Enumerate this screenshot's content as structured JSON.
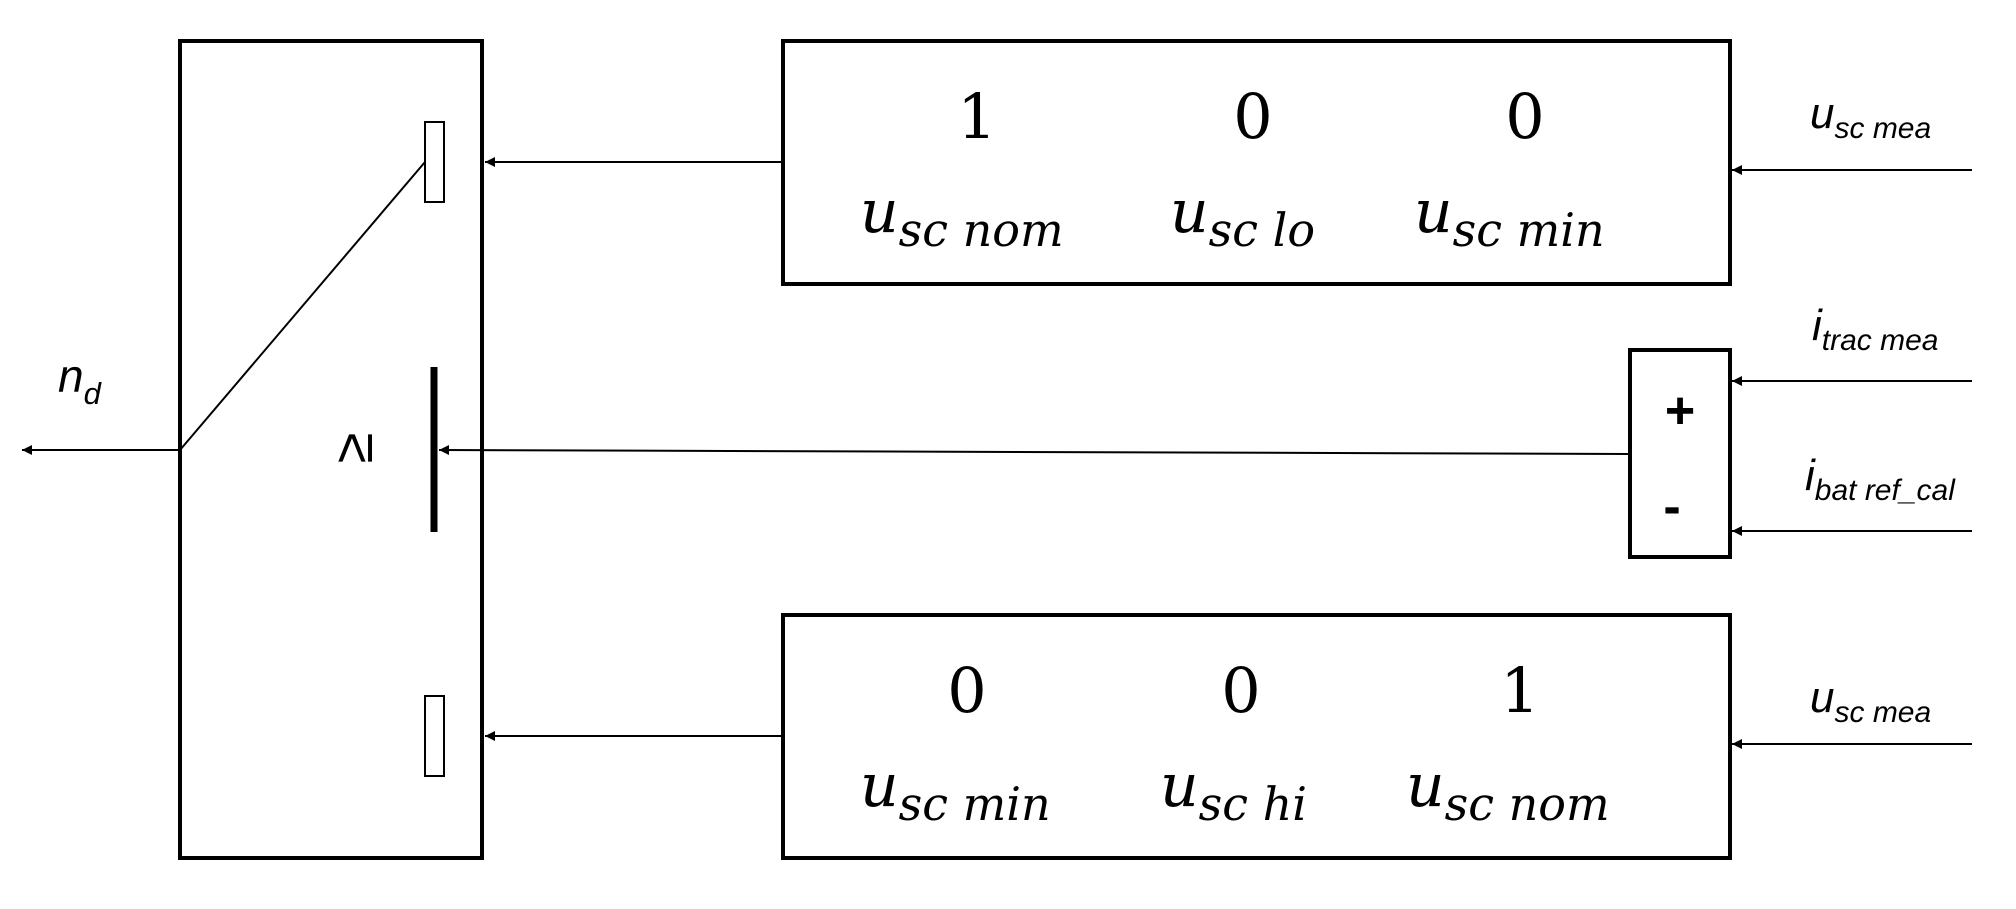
{
  "output_label": {
    "main": "n",
    "sub": "d"
  },
  "switch": {
    "threshold_symbol": "≥"
  },
  "lut_upper": {
    "outputs": [
      "1",
      "0",
      "0"
    ],
    "breakpoints": [
      {
        "main": "u",
        "sub": "sc nom"
      },
      {
        "main": "u",
        "sub": "sc lo"
      },
      {
        "main": "u",
        "sub": "sc min"
      }
    ],
    "input": {
      "main": "u",
      "sub": "sc mea"
    }
  },
  "sum_block": {
    "plus": "+",
    "minus": "-",
    "input_plus": {
      "main": "i",
      "sub": "trac mea"
    },
    "input_minus": {
      "main": "i",
      "sub": "bat ref_cal"
    }
  },
  "lut_lower": {
    "outputs": [
      "0",
      "0",
      "1"
    ],
    "breakpoints": [
      {
        "main": "u",
        "sub": "sc min"
      },
      {
        "main": "u",
        "sub": "sc hi"
      },
      {
        "main": "u",
        "sub": "sc nom"
      }
    ],
    "input": {
      "main": "u",
      "sub": "sc mea"
    }
  }
}
